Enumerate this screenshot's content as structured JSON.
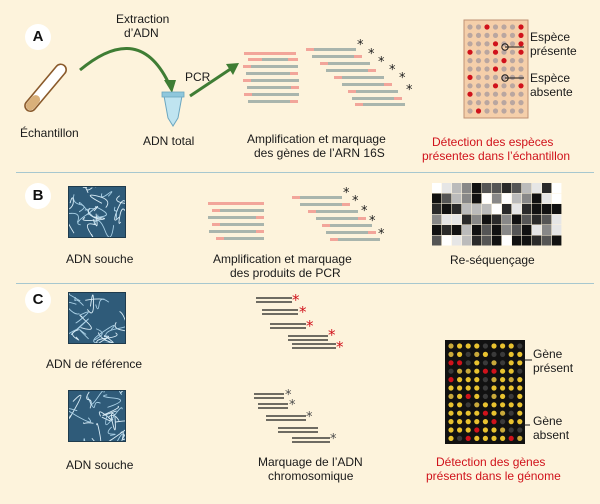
{
  "panels": {
    "a": {
      "badge": "A",
      "extraction_line1": "Extraction",
      "extraction_line2": "d’ADN",
      "sample_label": "Échantillon",
      "pcr_label": "PCR",
      "total_dna_label": "ADN total",
      "amplification_line1": "Amplification et marquage",
      "amplification_line2": "des gènes de l’ARN 16S",
      "species_present_line1": "Espèce",
      "species_present_line2": "présente",
      "species_absent_line1": "Espèce",
      "species_absent_line2": "absente",
      "detection_line1": "Détection des espèces",
      "detection_line2": "présentes dans l’échantillon"
    },
    "b": {
      "badge": "B",
      "strain_dna_label": "ADN souche",
      "amplification_line1": "Amplification et marquage",
      "amplification_line2": "des produits de PCR",
      "resequencing_label": "Re-séquençage"
    },
    "c": {
      "badge": "C",
      "reference_dna_label": "ADN de référence",
      "strain_dna_label": "ADN souche",
      "labeling_line1": "Marquage de l’ADN",
      "labeling_line2": "chromosomique",
      "gene_present_line1": "Gène",
      "gene_present_line2": "présent",
      "gene_absent_line1": "Gène",
      "gene_absent_line2": "absent",
      "detection_line1": "Détection des gènes",
      "detection_line2": "présents dans le génome"
    }
  },
  "colors": {
    "background": "#fdf3dc",
    "divider": "#a7c7cf",
    "arrow_green": "#3f7d34",
    "highlight_red": "#d0121b",
    "strand_gray": "#a9b5ad",
    "strand_pink": "#f2a59a",
    "microscope_blue": "#1f3b4d"
  },
  "icons": {
    "tube": "test-tube-icon",
    "eppendorf": "microtube-icon",
    "marker": "star-marker-icon"
  }
}
